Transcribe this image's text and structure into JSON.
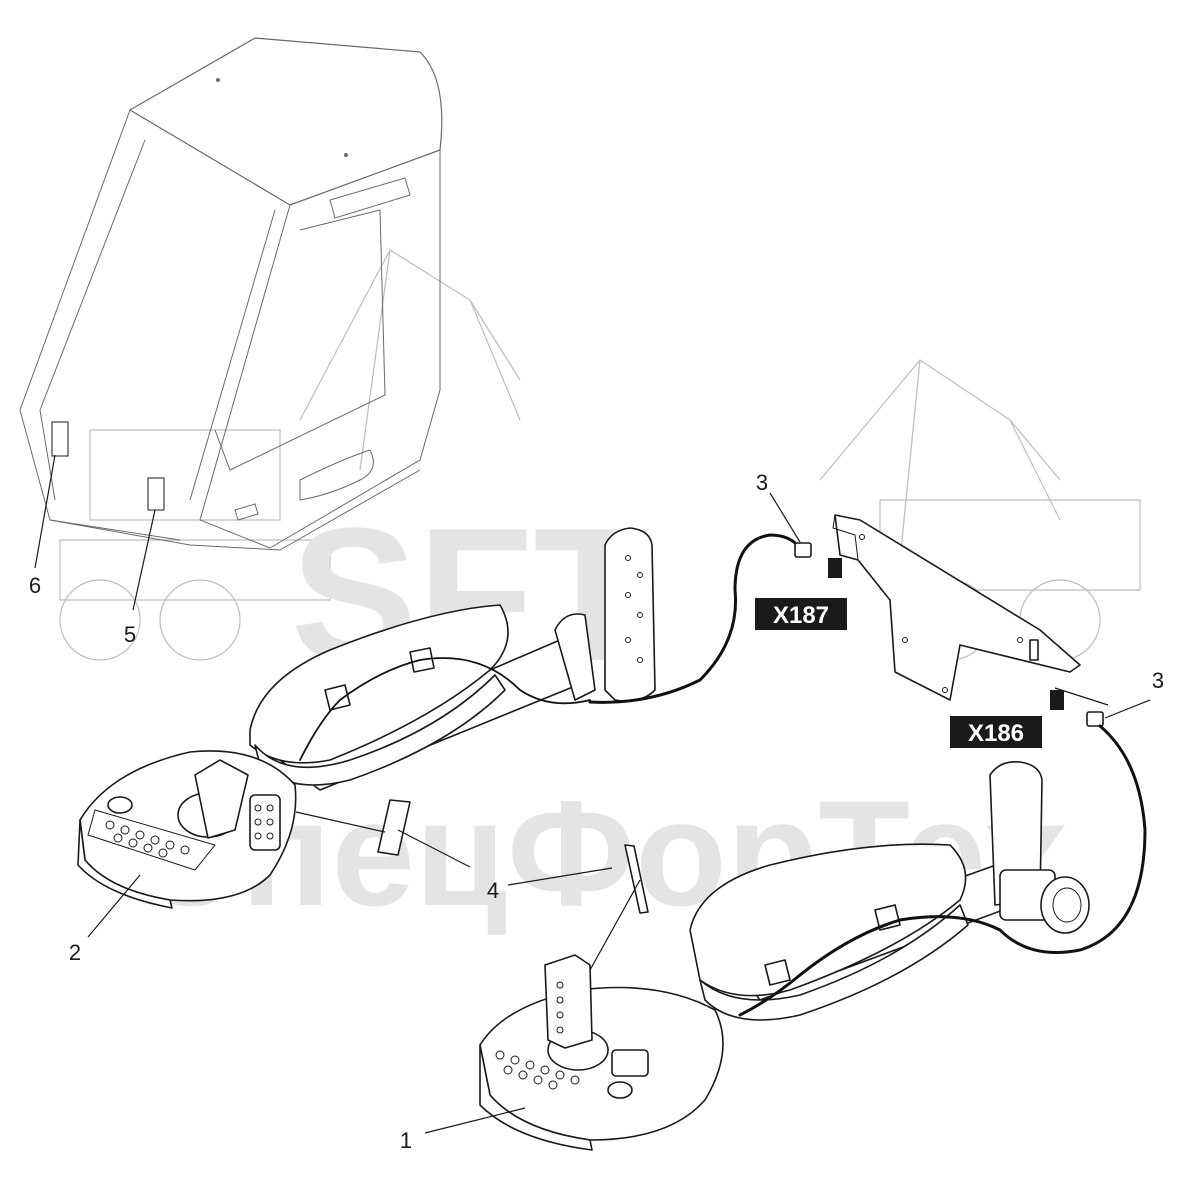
{
  "watermark": {
    "line1": "SFT",
    "line2": "СпецФорТех"
  },
  "callouts": [
    {
      "id": "callout-1",
      "label": "1"
    },
    {
      "id": "callout-2",
      "label": "2"
    },
    {
      "id": "callout-3-top",
      "label": "3"
    },
    {
      "id": "callout-3-right",
      "label": "3"
    },
    {
      "id": "callout-4",
      "label": "4"
    },
    {
      "id": "callout-5",
      "label": "5"
    },
    {
      "id": "callout-6",
      "label": "6"
    }
  ],
  "connectors": {
    "x187": "X187",
    "x186": "X186"
  },
  "colors": {
    "line": "#1a1a1a",
    "watermark": "#e4e4e4",
    "connector_bg": "#1a1a1a",
    "connector_text": "#ffffff"
  }
}
